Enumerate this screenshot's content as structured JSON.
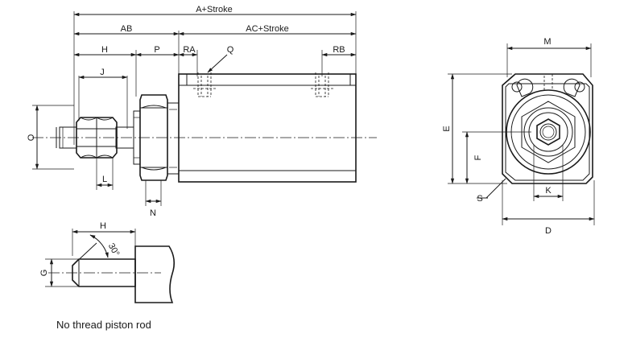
{
  "dimensions": {
    "a_stroke": "A+Stroke",
    "ab": "AB",
    "ac_stroke": "AC+Stroke",
    "h": "H",
    "p": "P",
    "ra": "RA",
    "q": "Q",
    "rb": "RB",
    "j": "J",
    "o": "O",
    "l": "L",
    "n": "N",
    "m": "M",
    "e": "E",
    "f": "F",
    "s": "S",
    "k": "K",
    "d": "D",
    "h2": "H",
    "g": "G",
    "angle": "30°"
  },
  "caption": "No thread piston rod"
}
